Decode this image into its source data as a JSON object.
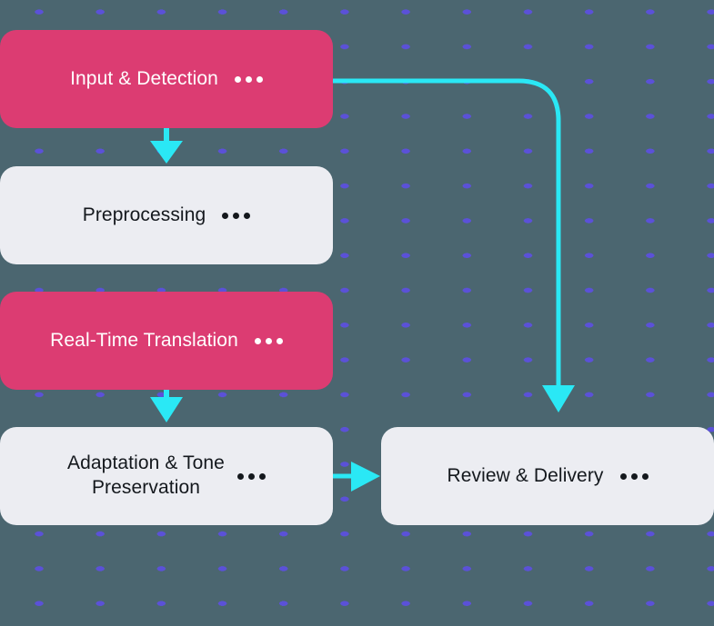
{
  "theme": {
    "background_color": "#4b6670",
    "dot_color": "#5b51d8",
    "accent_pink": "#dc3c72",
    "card_light": "#ecedf2",
    "connector_cyan": "#2ae8f5",
    "text_light": "#ffffff",
    "text_dark": "#14181d"
  },
  "flow": {
    "nodes": [
      {
        "id": "input-detection",
        "label": "Input & Detection",
        "style": "pink",
        "menu_icon": "ellipsis-icon"
      },
      {
        "id": "preprocessing",
        "label": "Preprocessing",
        "style": "light",
        "menu_icon": "ellipsis-icon"
      },
      {
        "id": "realtime-translation",
        "label": "Real-Time Translation",
        "style": "pink",
        "menu_icon": "ellipsis-icon"
      },
      {
        "id": "adaptation-tone",
        "label": "Adaptation & Tone\nPreservation",
        "style": "light",
        "menu_icon": "ellipsis-icon"
      },
      {
        "id": "review-delivery",
        "label": "Review & Delivery",
        "style": "light",
        "menu_icon": "ellipsis-icon"
      }
    ],
    "connectors": [
      {
        "id": "input-detection-to-preprocessing",
        "from": "input-detection",
        "to": "preprocessing",
        "direction": "down"
      },
      {
        "id": "input-detection-to-review-delivery",
        "from": "input-detection",
        "to": "review-delivery",
        "direction": "right-down"
      },
      {
        "id": "realtime-translation-to-adaptation-tone",
        "from": "realtime-translation",
        "to": "adaptation-tone",
        "direction": "down"
      },
      {
        "id": "adaptation-tone-to-review-delivery",
        "from": "adaptation-tone",
        "to": "review-delivery",
        "direction": "right"
      }
    ]
  }
}
